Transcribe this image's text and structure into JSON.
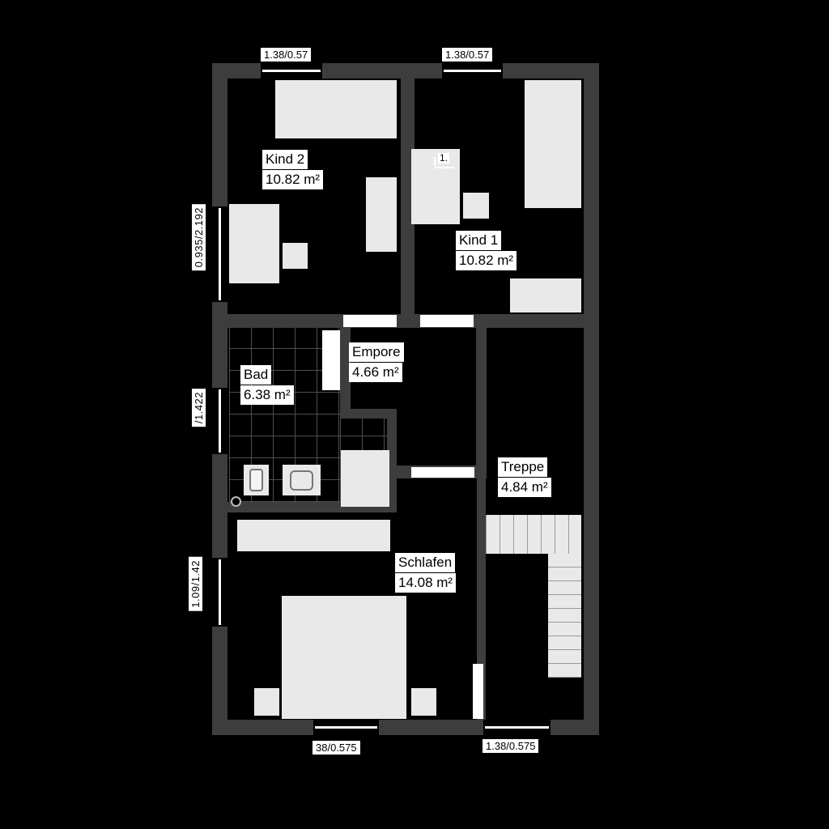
{
  "plan": {
    "rooms": [
      {
        "name": "Kind 2",
        "area": "10.82 m²"
      },
      {
        "name": "Kind 1",
        "area": "10.82 m²"
      },
      {
        "name": "Bad",
        "area": "6.38 m²"
      },
      {
        "name": "Empore",
        "area": "4.66 m²"
      },
      {
        "name": "Treppe",
        "area": "4.84 m²"
      },
      {
        "name": "Schlafen",
        "area": "14.08 m²"
      }
    ],
    "dimensions": {
      "top_left": "1.38/0.57",
      "top_right": "1.38/0.57",
      "left_upper": "0.935/2.192",
      "left_middle": "/1.422",
      "left_lower": "1.09/1.42",
      "bottom_left": "38/0.575",
      "bottom_right": "1.38/0.575",
      "bed_mark": "1."
    },
    "colors": {
      "background": "#000000",
      "wall": "#3d3d3d",
      "furniture": "#e9e9e9",
      "label_background": "#ffffff",
      "label_text": "#000000",
      "tile_line": "#4e4e4e"
    }
  }
}
